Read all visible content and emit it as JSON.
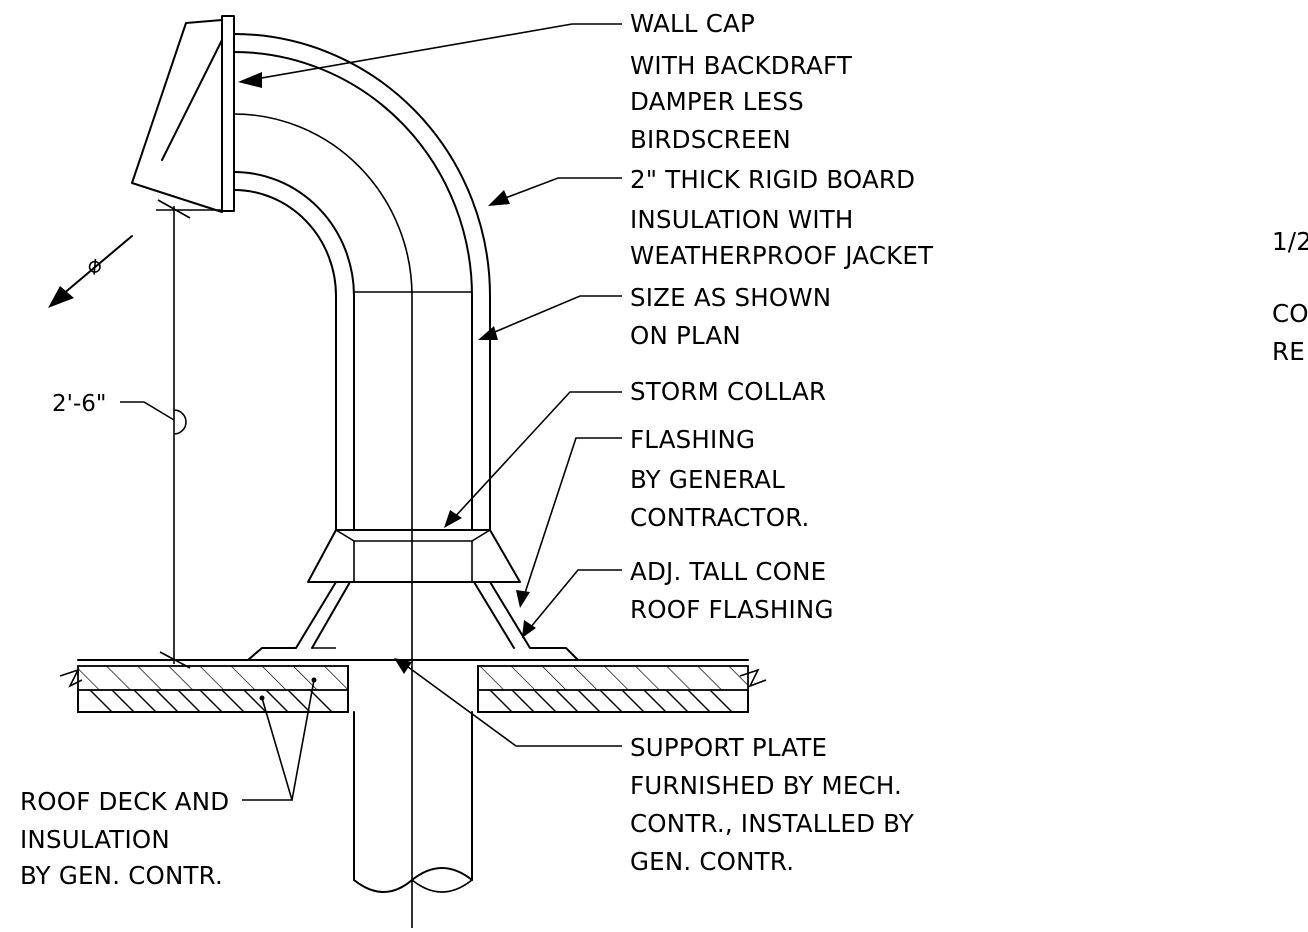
{
  "notes": {
    "wall_cap": [
      "WALL CAP",
      "WITH BACKDRAFT",
      "DAMPER LESS",
      "BIRDSCREEN"
    ],
    "insulation": [
      "2\" THICK RIGID BOARD",
      "INSULATION WITH",
      "WEATHERPROOF JACKET"
    ],
    "size": [
      "SIZE AS SHOWN",
      "ON PLAN"
    ],
    "storm_collar": [
      "STORM COLLAR"
    ],
    "flashing": [
      "FLASHING",
      "BY GENERAL",
      "CONTRACTOR."
    ],
    "cone": [
      "ADJ. TALL CONE",
      "ROOF FLASHING"
    ],
    "support_plate": [
      "SUPPORT PLATE",
      "FURNISHED BY MECH.",
      "CONTR., INSTALLED BY",
      "GEN. CONTR."
    ],
    "roof_deck": [
      "ROOF DECK AND",
      "INSULATION",
      "BY GEN. CONTR."
    ]
  },
  "dimension": {
    "height": "2'-6\""
  },
  "symbols": {
    "duct_size": "⌀"
  },
  "cropped_text": [
    "1/2",
    "CO",
    "RE"
  ]
}
